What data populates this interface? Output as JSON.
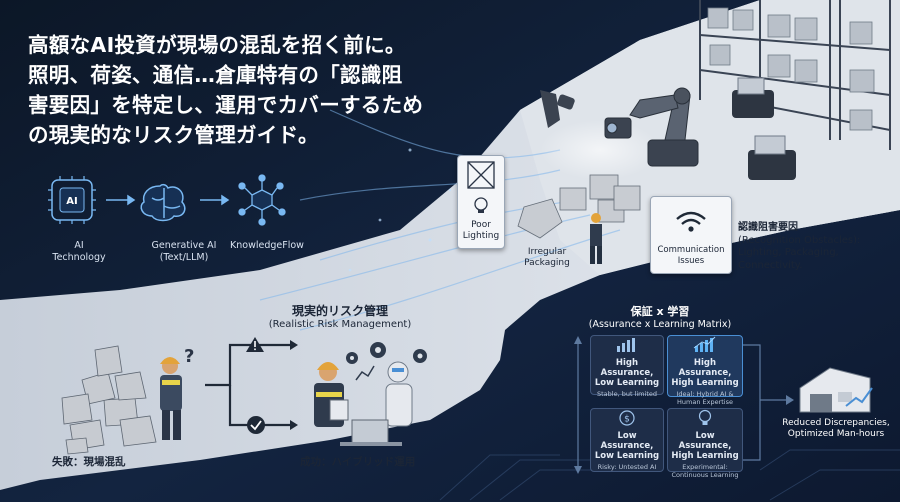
{
  "headline": {
    "line1": "高額なAI投資が現場の混乱を招く前に。",
    "line2": "照明、荷姿、通信…倉庫特有の「認識阻",
    "line3": "害要因」を特定し、運用でカバーするため",
    "line4": "の現実的なリスク管理ガイド。"
  },
  "flow": {
    "items": [
      {
        "label": "AI\nTechnology",
        "chip": "AI"
      },
      {
        "label": "Generative AI\n(Text/LLM)"
      },
      {
        "label": "KnowledgeFlow"
      }
    ]
  },
  "warehouse": {
    "poor_lighting": "Poor\nLighting",
    "irregular_packaging": "Irregular\nPackaging",
    "communication_issues": "Communication\nIssues",
    "obstacles_title_ja": "認識阻害要因",
    "obstacles_title_en": "(Recognition Obstacles):",
    "obstacles_list": "Lighting, Packaging,\nConnectivity."
  },
  "risk": {
    "title_ja": "現実的リスク管理",
    "title_en": "(Realistic Risk Management)",
    "failure_label": "失敗：現場混乱",
    "success_label": "成功：ハイブリッド運用"
  },
  "matrix": {
    "title_ja": "保証 x 学習",
    "title_en": "(Assurance x Learning Matrix)",
    "cells": [
      {
        "title": "High Assurance,\nLow Learning",
        "sub": "Stable, but limited"
      },
      {
        "title": "High Assurance,\nHigh Learning",
        "sub": "Ideal: Hybrid AI &\nHuman Expertise"
      },
      {
        "title": "Low Assurance,\nLow Learning",
        "sub": "Risky: Untested AI"
      },
      {
        "title": "Low Assurance,\nHigh Learning",
        "sub": "Experimental:\nContinuous Learning"
      }
    ],
    "result": "Reduced Discrepancies,\nOptimized Man-hours"
  },
  "colors": {
    "background": "#0e1a2e",
    "accent": "#4a8fd4",
    "road": "#d3d9e2",
    "warning": "#e3a33a"
  }
}
